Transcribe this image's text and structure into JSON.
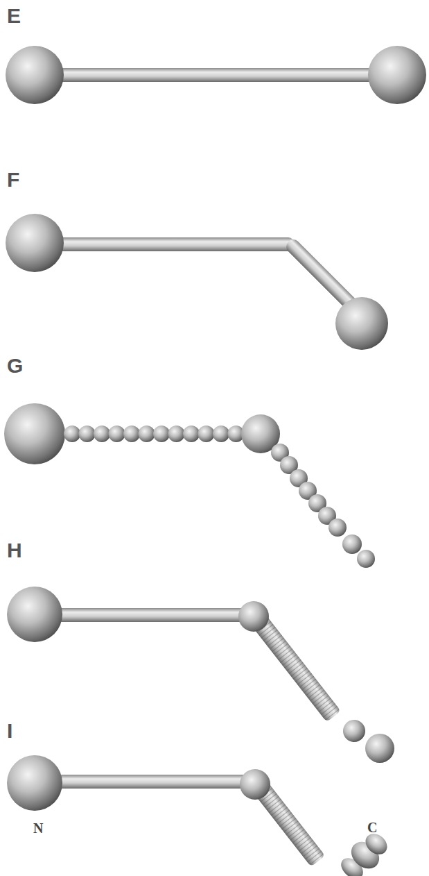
{
  "diagram": {
    "labels": [
      "E",
      "F",
      "G",
      "H",
      "I",
      "N",
      "C"
    ]
  }
}
